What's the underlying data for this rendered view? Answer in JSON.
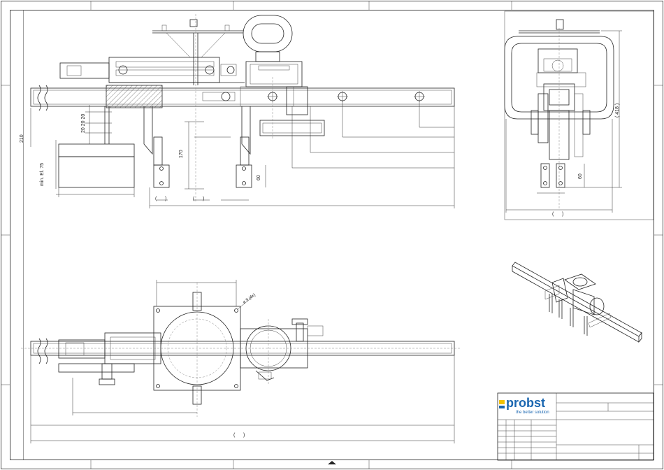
{
  "dimensions": {
    "d210": "210",
    "min_el75": "min. El. 75",
    "d20_20_20": "20 20 20",
    "d170": "170",
    "d60_front": "60",
    "d60_side": "60",
    "d418": "( 418 )",
    "hole_spec": "⌀ 9 (4x)",
    "paren_a": "(      )",
    "paren_b": "(      )",
    "paren_side": "(      )",
    "paren_plan": "(      )"
  },
  "title_block": {
    "brand": "probst",
    "tagline": "the better solution",
    "colors": {
      "brand": "#1a66b0",
      "accent": "#f2c200"
    }
  }
}
